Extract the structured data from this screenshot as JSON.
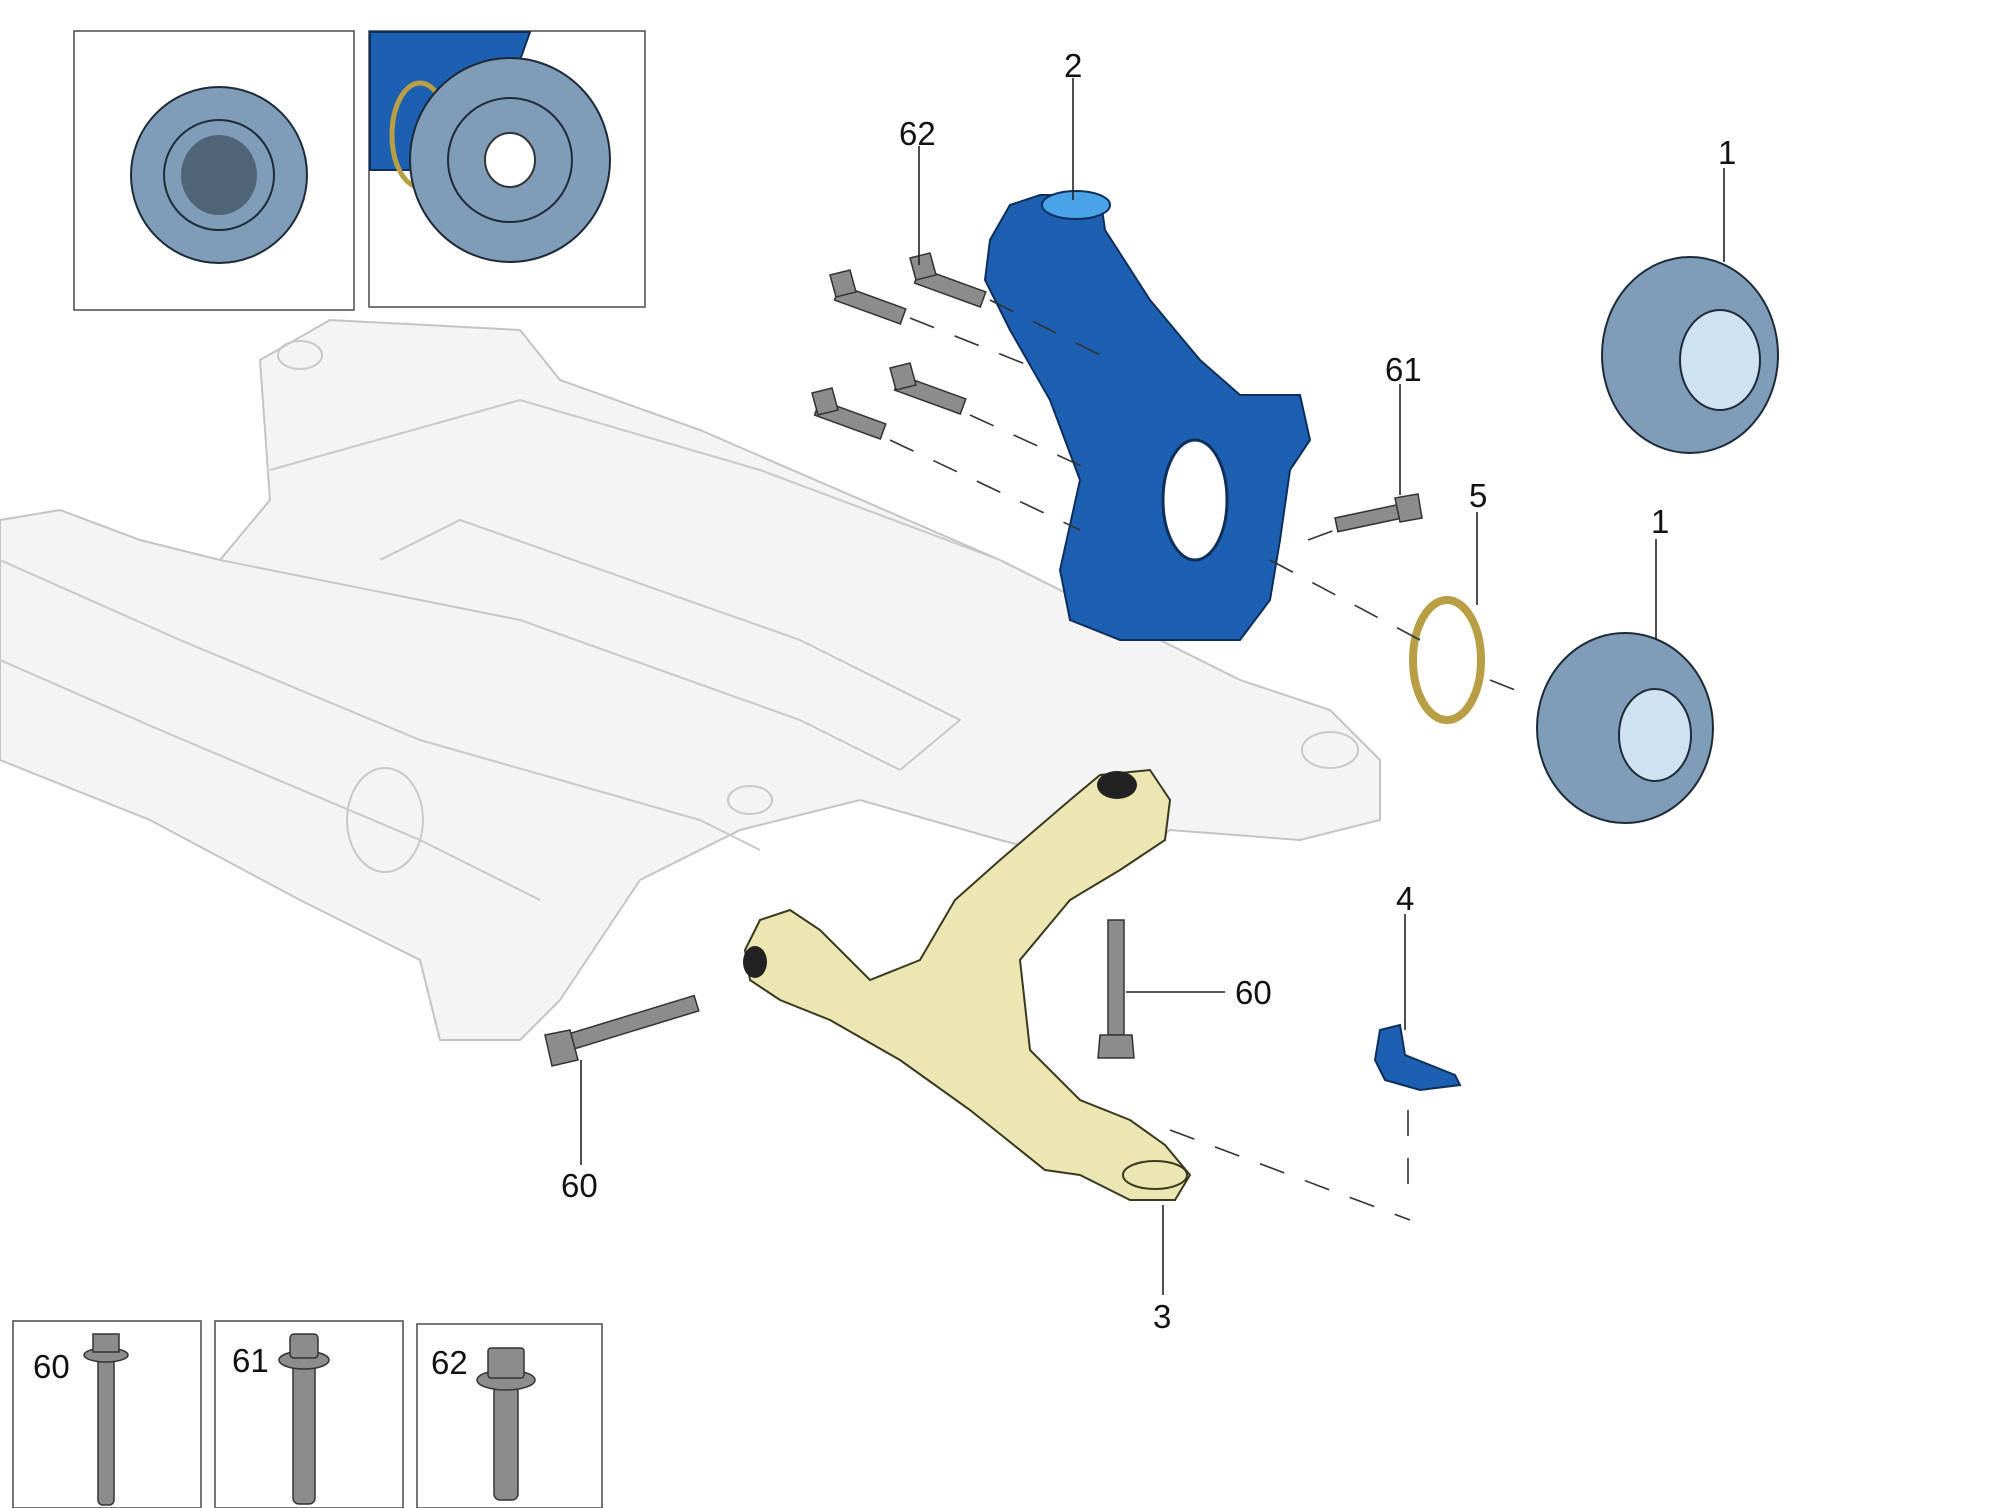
{
  "diagram": {
    "callouts": {
      "knuckle": "2",
      "knuckle_bolts": "62",
      "hub_upper": "1",
      "hub_lower": "1",
      "hub_bolt": "61",
      "abs_ring": "5",
      "shield": "4",
      "arm_rear_bolt": "60",
      "arm_front_bolt": "60",
      "control_arm": "3"
    },
    "bolt_legend": [
      {
        "label": "60"
      },
      {
        "label": "61"
      },
      {
        "label": "62"
      }
    ],
    "colors": {
      "knuckle": "#1d5fb0",
      "hub": "#7f9db8",
      "control_arm": "#ece6b2",
      "subframe": "#f4f4f4"
    }
  }
}
